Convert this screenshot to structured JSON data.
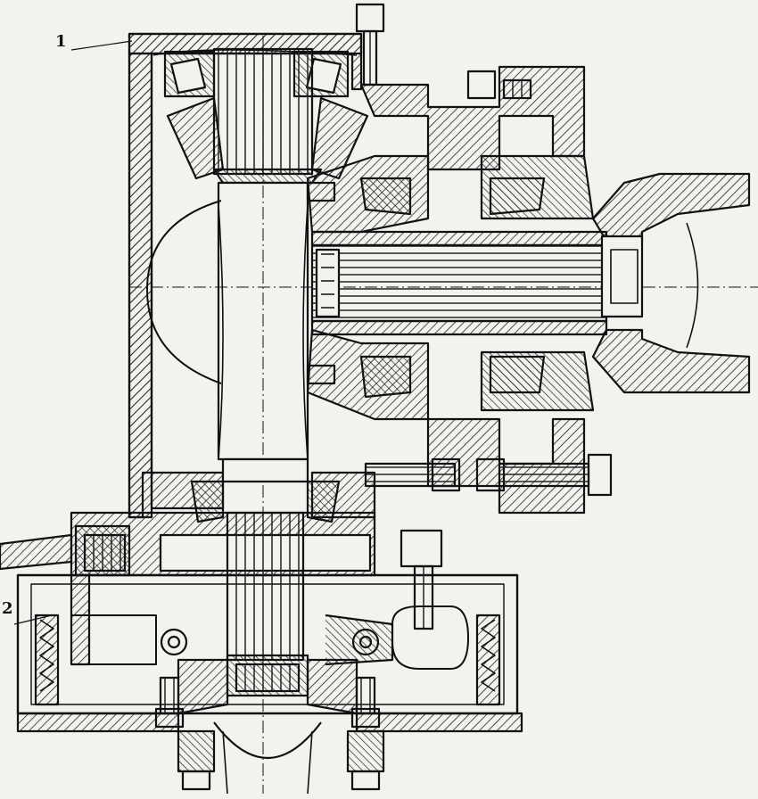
{
  "callouts": [
    {
      "id": "1",
      "label": "1"
    },
    {
      "id": "2",
      "label": "2"
    }
  ],
  "colors": {
    "ink": "#111111",
    "paper": "#f2f2ee",
    "hatch": "#222222"
  }
}
